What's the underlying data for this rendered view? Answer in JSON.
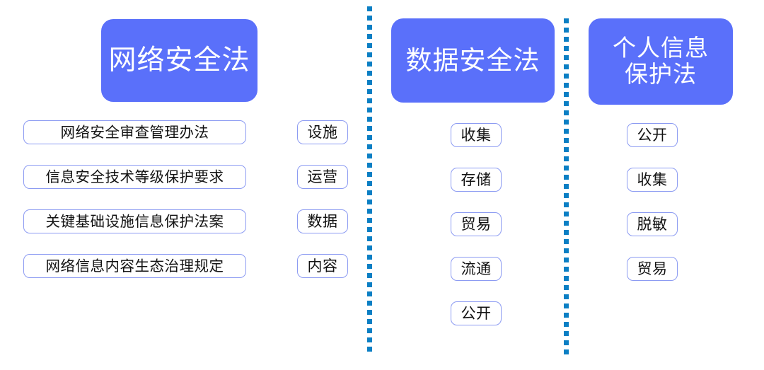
{
  "diagram": {
    "title_implicit": "中国数据安全法律法规与数据活动环节对照图",
    "colors": {
      "header_fill": "#5a70fa",
      "header_text": "#ffffff",
      "item_border": "#8c9bf2",
      "item_fill": "#ffffff",
      "item_text": "#121212",
      "divider_dot": "#0b7fc4",
      "background": "#ffffff"
    },
    "columns": [
      {
        "id": "cybersecurity-law",
        "header": {
          "lines": [
            "网络安全法"
          ]
        },
        "regulations": [
          {
            "label": "网络安全审查管理办法"
          },
          {
            "label": "信息安全技术等级保护要求"
          },
          {
            "label": "关键基础设施信息保护法案"
          },
          {
            "label": "网络信息内容生态治理规定"
          }
        ],
        "tags": [
          {
            "label": "设施"
          },
          {
            "label": "运营"
          },
          {
            "label": "数据"
          },
          {
            "label": "内容"
          }
        ]
      },
      {
        "id": "data-security-law",
        "header": {
          "lines": [
            "数据安全法"
          ]
        },
        "regulations": [],
        "tags": [
          {
            "label": "收集"
          },
          {
            "label": "存储"
          },
          {
            "label": "贸易"
          },
          {
            "label": "流通"
          },
          {
            "label": "公开"
          }
        ]
      },
      {
        "id": "personal-information-protection-law",
        "header": {
          "lines": [
            "个人信息",
            "保护法"
          ]
        },
        "regulations": [],
        "tags": [
          {
            "label": "公开"
          },
          {
            "label": "收集"
          },
          {
            "label": "脱敏"
          },
          {
            "label": "贸易"
          }
        ]
      }
    ],
    "dividers": [
      {
        "id": "divider-1",
        "style": "dotted-vertical"
      },
      {
        "id": "divider-2",
        "style": "dotted-vertical"
      }
    ]
  }
}
